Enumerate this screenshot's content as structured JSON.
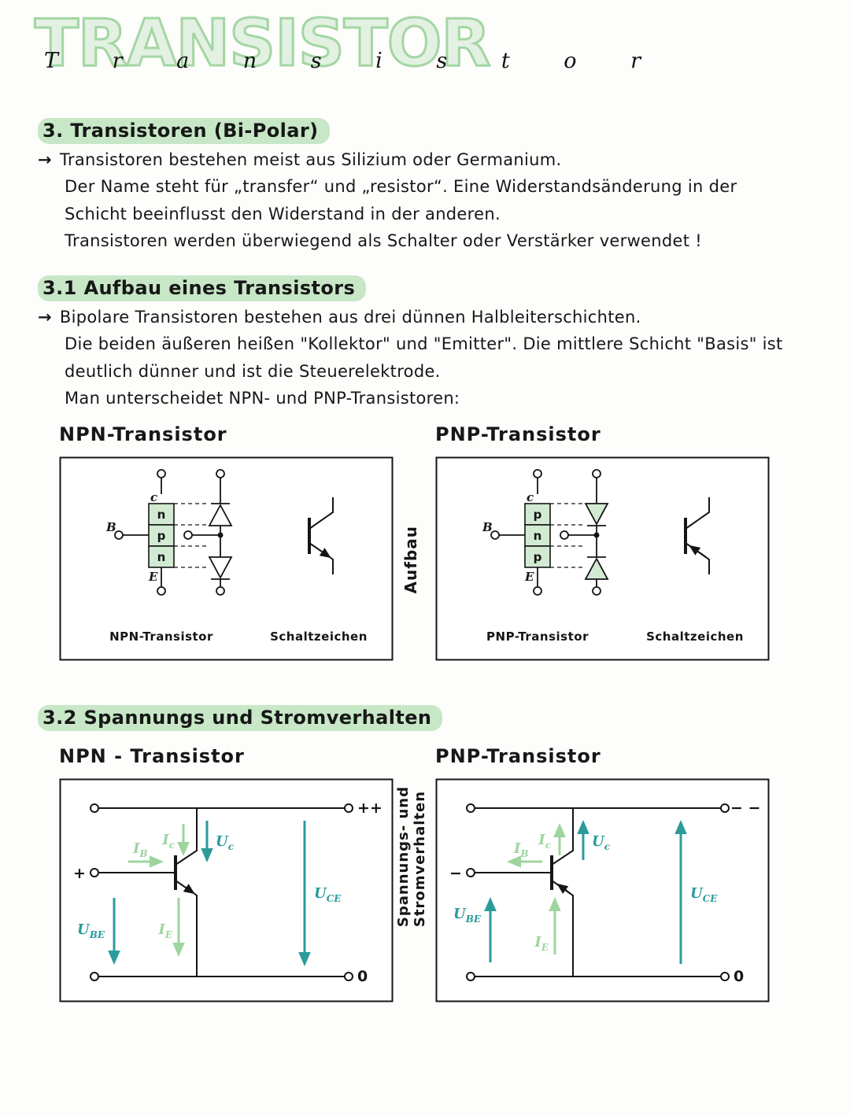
{
  "title": {
    "block": "TRANSISTOR",
    "overlay": "T r a n s i s t o r"
  },
  "section3": {
    "heading": "3. Transistoren (Bi-Polar)",
    "bullet": "→",
    "lines": [
      "Transistoren bestehen meist aus Silizium oder Germanium.",
      "Der Name steht für „transfer“ und „resistor“. Eine Widerstandsänderung in der",
      "Schicht beeinflusst den Widerstand in der anderen.",
      "Transistoren werden überwiegend als Schalter oder Verstärker verwendet !"
    ]
  },
  "section31": {
    "heading": "3.1 Aufbau eines Transistors",
    "bullet": "→",
    "lines": [
      "Bipolare Transistoren bestehen aus drei dünnen Halbleiterschichten.",
      "Die beiden äußeren heißen \"Kollektor\" und \"Emitter\". Die mittlere Schicht \"Basis\" ist",
      "deutlich dünner und ist die Steuerelektrode.",
      "Man unterscheidet NPN- und PNP-Transistoren:"
    ],
    "npn_title": "NPN-Transistor",
    "pnp_title": "PNP-Transistor",
    "side_label": "Aufbau",
    "npn": {
      "terminal_top": "c",
      "terminal_left": "B",
      "terminal_bottom": "E",
      "layers": [
        "n",
        "p",
        "n"
      ],
      "caption_structure": "NPN-Transistor",
      "caption_symbol": "Schaltzeichen"
    },
    "pnp": {
      "terminal_top": "c",
      "terminal_left": "B",
      "terminal_bottom": "E",
      "layers": [
        "p",
        "n",
        "p"
      ],
      "caption_structure": "PNP-Transistor",
      "caption_symbol": "Schaltzeichen"
    }
  },
  "section32": {
    "heading": "3.2 Spannungs und Stromverhalten",
    "npn_title": "NPN - Transistor",
    "pnp_title": "PNP-Transistor",
    "side_label_line1": "Spannungs- und",
    "side_label_line2": "Stromverhalten",
    "labels": {
      "ib": {
        "base": "I",
        "sub": "B"
      },
      "ic": {
        "base": "I",
        "sub": "c"
      },
      "uc": {
        "base": "U",
        "sub": "c"
      },
      "uce": {
        "base": "U",
        "sub": "CE"
      },
      "ube": {
        "base": "U",
        "sub": "BE"
      },
      "ie": {
        "base": "I",
        "sub": "E"
      }
    },
    "npn": {
      "left_sign": "+",
      "top_right": "++",
      "bottom_right": "0"
    },
    "pnp": {
      "left_sign": "−",
      "top_right": "− −",
      "bottom_right": "0"
    }
  },
  "colors": {
    "accent_green": "#9ed49e",
    "accent_teal": "#2b9b9b",
    "highlight": "#c7e7c7"
  }
}
